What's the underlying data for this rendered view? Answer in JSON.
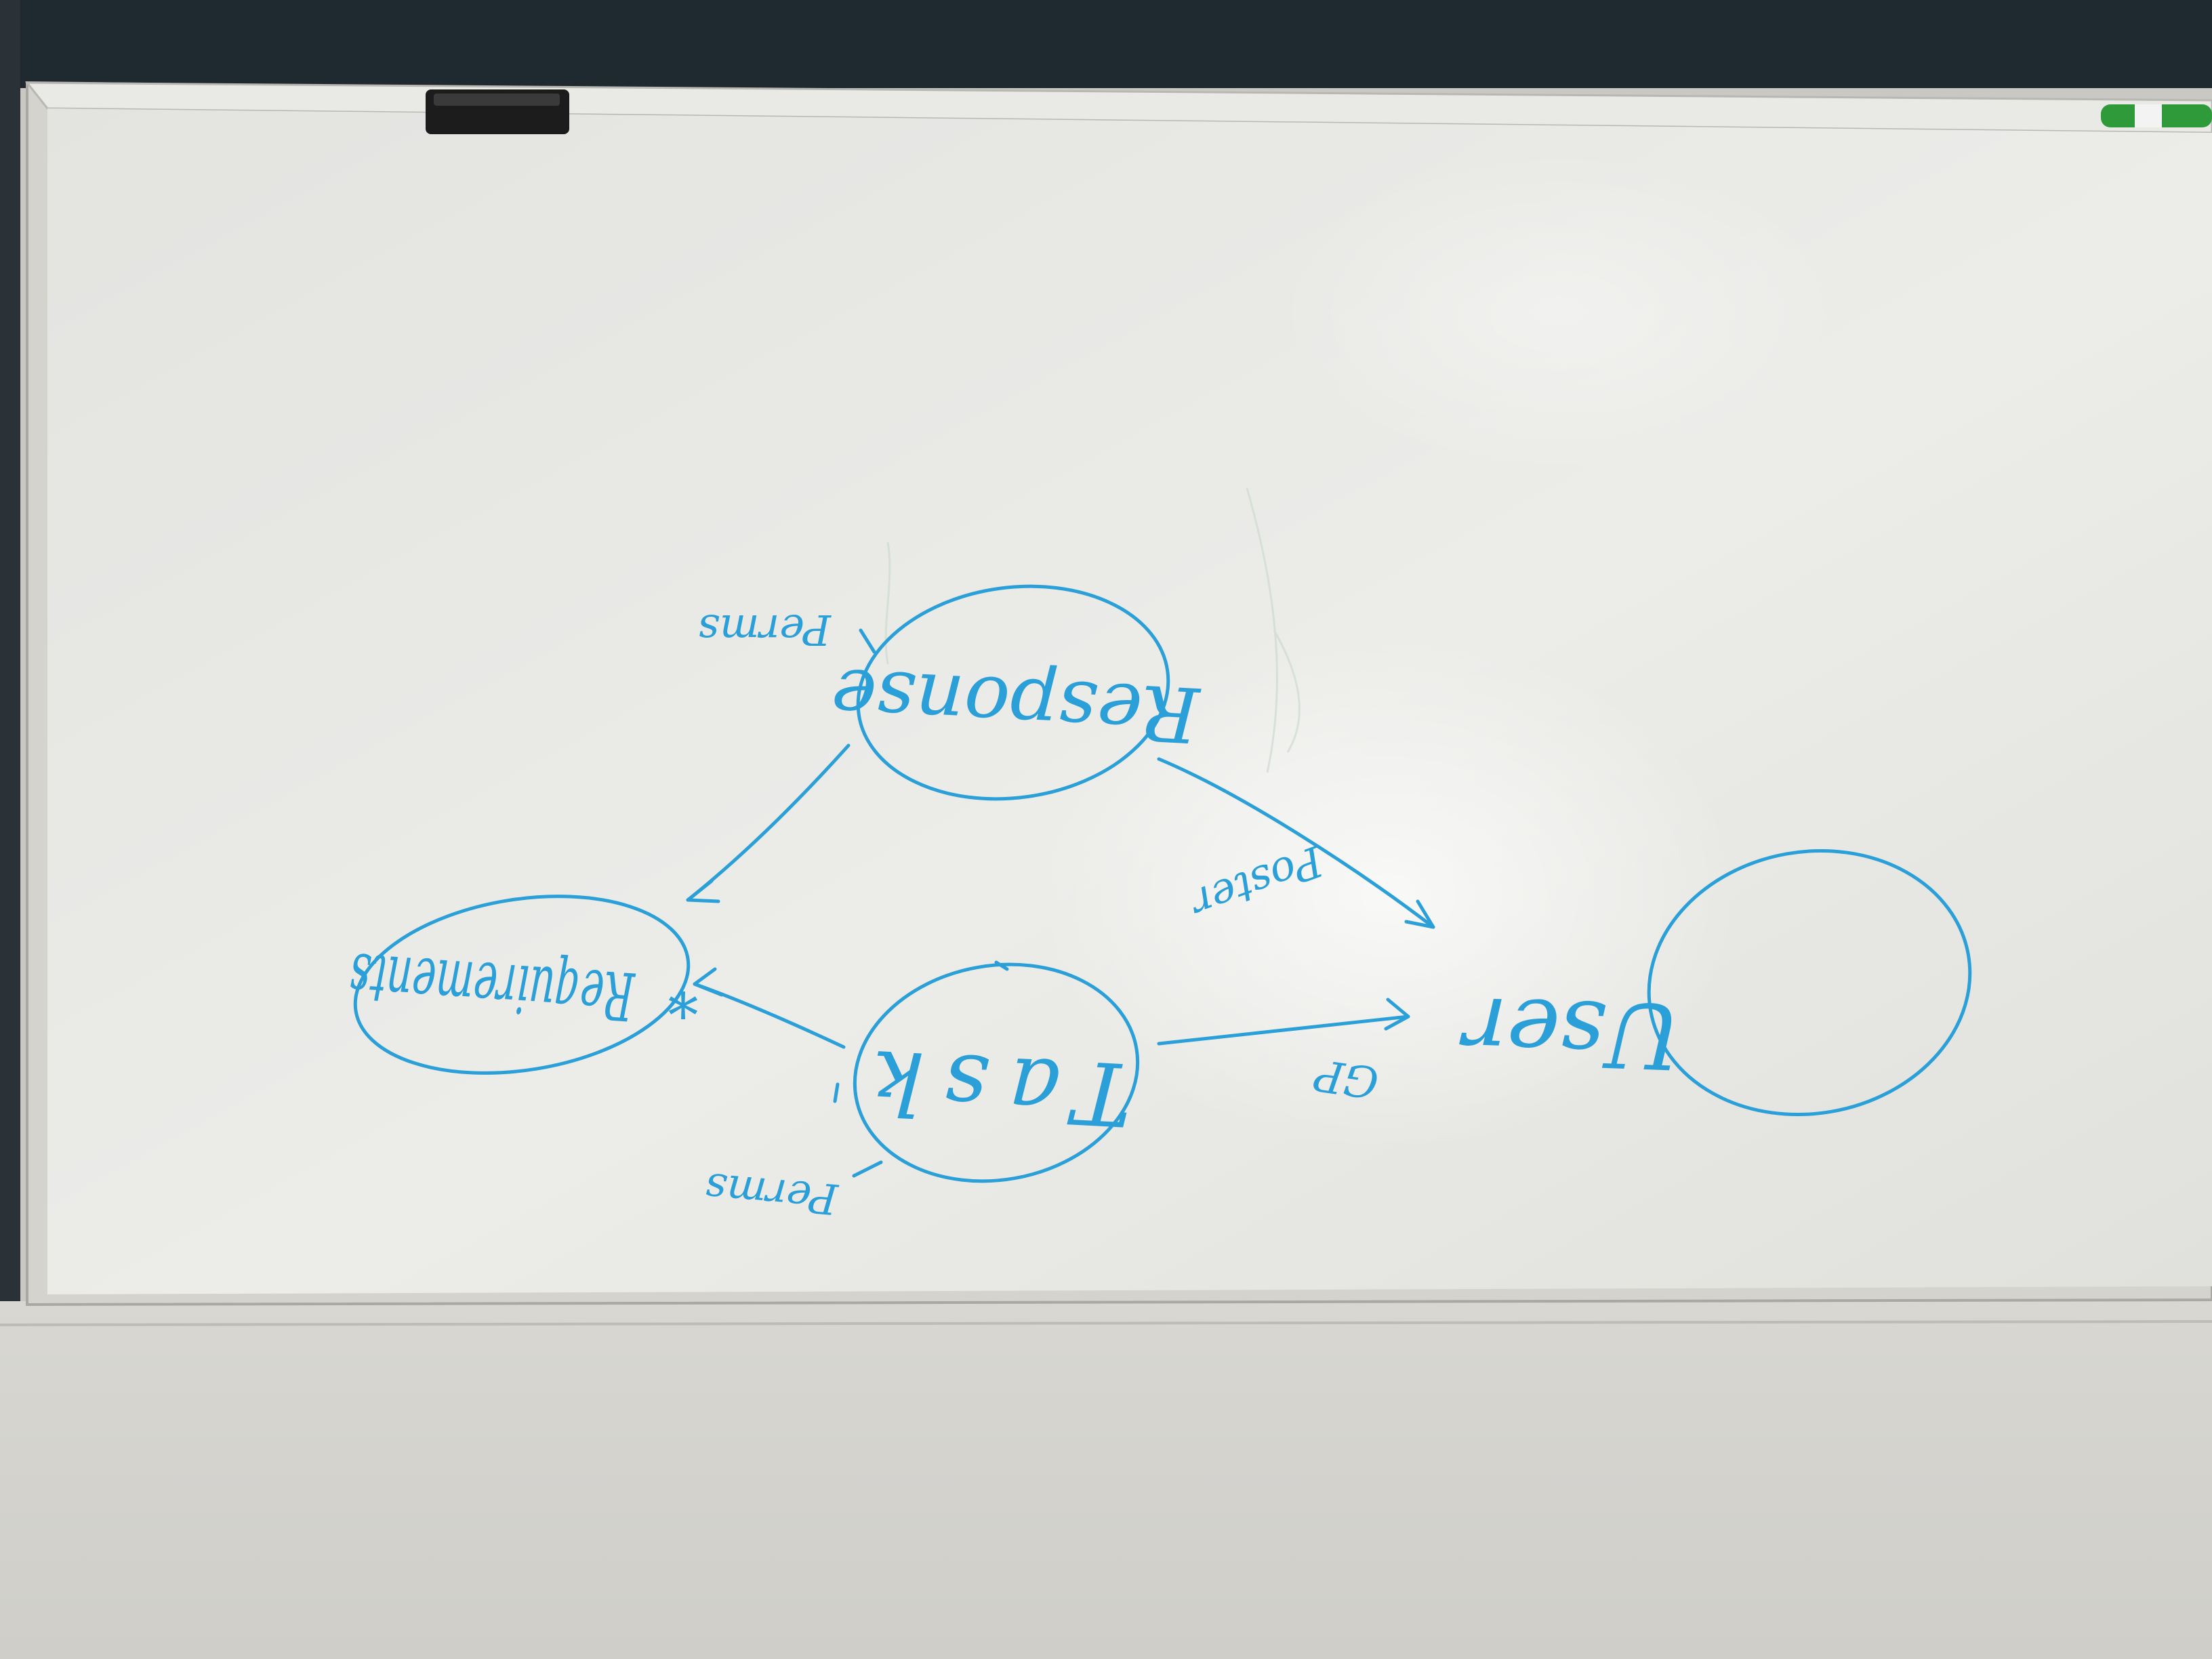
{
  "scene": {
    "description_kind": "photo of a whiteboard with a hand-drawn diagram (upside-down handwriting)",
    "ink_color": "#2a9fd8",
    "board_color": "#e7e7e4",
    "frame_color": "#d3d2cd",
    "wall_color": "#d9d8d3"
  },
  "diagram": {
    "nodes": [
      {
        "id": "response",
        "label": "Response"
      },
      {
        "id": "requirements",
        "label": "Requirements"
      },
      {
        "id": "task",
        "label": "Task"
      },
      {
        "id": "user",
        "label": "User"
      }
    ],
    "edges": [
      {
        "from": "response",
        "to": "requirements",
        "label": ""
      },
      {
        "from": "response",
        "to": "user",
        "label": "Poster"
      },
      {
        "from": "task",
        "to": "requirements",
        "label": "*"
      },
      {
        "from": "task",
        "to": "user",
        "label": "GP"
      }
    ],
    "annotations": [
      {
        "near": "response",
        "text": "Perms"
      },
      {
        "near": "task",
        "text": "Perms"
      }
    ]
  }
}
